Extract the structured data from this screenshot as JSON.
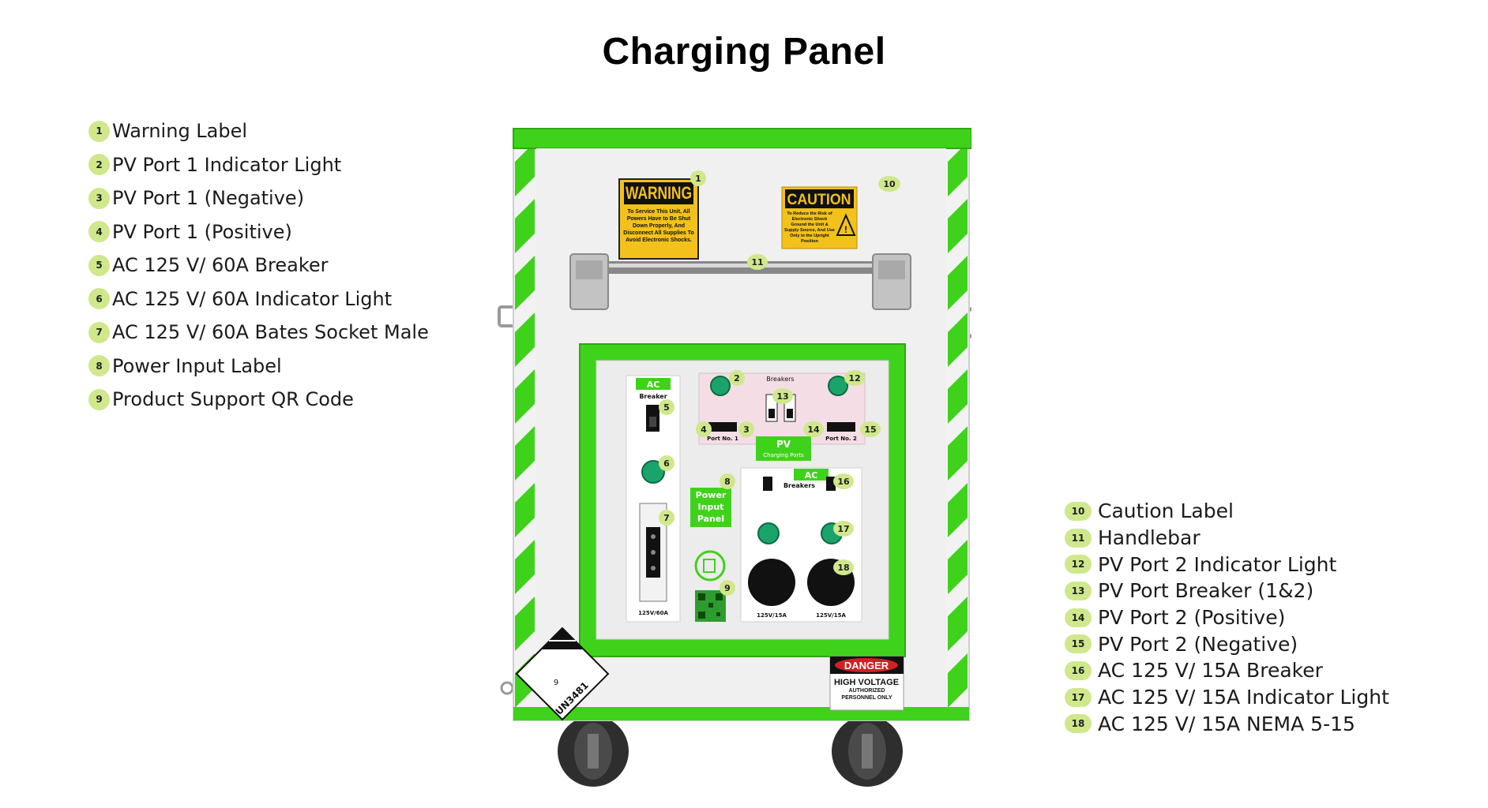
{
  "title": "Charging Panel",
  "legend_left": [
    {
      "num": "1",
      "label": "Warning Label"
    },
    {
      "num": "2",
      "label": "PV Port 1 Indicator Light"
    },
    {
      "num": "3",
      "label": "PV Port 1 (Negative)"
    },
    {
      "num": "4",
      "label": "PV Port 1 (Positive)"
    },
    {
      "num": "5",
      "label": "AC 125 V/ 60A Breaker"
    },
    {
      "num": "6",
      "label": "AC 125 V/ 60A Indicator Light"
    },
    {
      "num": "7",
      "label": "AC 125 V/ 60A Bates Socket Male"
    },
    {
      "num": "8",
      "label": "Power Input Label"
    },
    {
      "num": "9",
      "label": "Product Support QR Code"
    }
  ],
  "legend_right": [
    {
      "num": "10",
      "label": "Caution Label"
    },
    {
      "num": "11",
      "label": "Handlebar"
    },
    {
      "num": "12",
      "label": "PV Port 2 Indicator Light"
    },
    {
      "num": "13",
      "label": "PV Port Breaker (1&2)"
    },
    {
      "num": "14",
      "label": "PV Port 2 (Positive)"
    },
    {
      "num": "15",
      "label": "PV Port 2 (Negative)"
    },
    {
      "num": "16",
      "label": "AC 125 V/ 15A Breaker"
    },
    {
      "num": "17",
      "label": "AC 125 V/ 15A Indicator Light"
    },
    {
      "num": "18",
      "label": "AC 125 V/ 15A NEMA 5-15"
    }
  ],
  "device": {
    "warning_title": "WARNING",
    "warning_text": "To Service This Unit, All Powers Have to Be Shut Down Properly, And Disconnect All Supplies To Avoid Electronic Shocks.",
    "caution_title": "CAUTION",
    "caution_text": "To Reduce the Risk of Electronic Shock Ground the Unit & Supply Source, And Use Only in the Upright Position",
    "ac_tag": "AC",
    "breaker_text": "Breaker",
    "breakers_text": "Breakers",
    "port1_text": "Port No. 1",
    "port2_text": "Port No. 2",
    "pv_tag": "PV",
    "pv_sub": "Charging Ports",
    "power_input": "Power Input Panel",
    "ac_rating_60": "125V/60A",
    "ac_rating_15": "125V/15A",
    "danger_title": "DANGER",
    "high_voltage": "HIGH VOLTAGE",
    "authorized": "AUTHORIZED PERSONNEL ONLY",
    "un_code": "UN3481",
    "hazmat_class": "9"
  },
  "colors": {
    "brand_green": "#3fd21b",
    "badge_green": "#cfe88c",
    "warning_yellow": "#f2c11c",
    "indicator_green": "#1aa46b",
    "danger_red": "#d22020"
  }
}
